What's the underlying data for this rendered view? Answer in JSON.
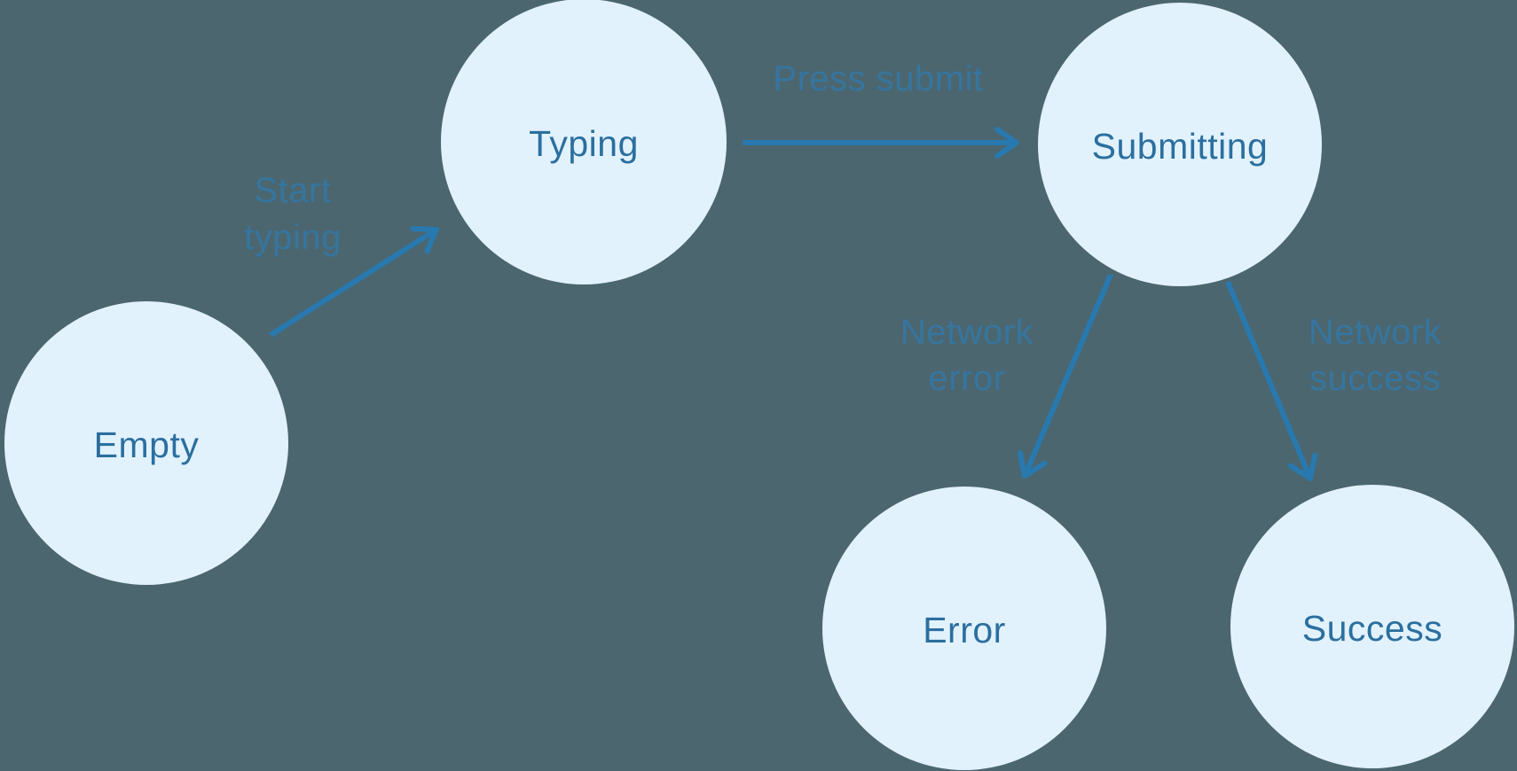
{
  "diagram": {
    "colors": {
      "background": "#4B666F",
      "node_fill": "#E2F2FD",
      "node_text": "#2B6F9F",
      "arrow": "#2879AF",
      "edge_label": "#36759F"
    },
    "states": [
      {
        "id": "empty",
        "label": "Empty"
      },
      {
        "id": "typing",
        "label": "Typing"
      },
      {
        "id": "submitting",
        "label": "Submitting"
      },
      {
        "id": "error",
        "label": "Error"
      },
      {
        "id": "success",
        "label": "Success"
      }
    ],
    "transitions": [
      {
        "from": "empty",
        "to": "typing",
        "label": "Start typing",
        "label_lines": [
          "Start",
          "typing"
        ]
      },
      {
        "from": "typing",
        "to": "submitting",
        "label": "Press submit",
        "label_lines": [
          "Press submit"
        ]
      },
      {
        "from": "submitting",
        "to": "error",
        "label": "Network error",
        "label_lines": [
          "Network",
          "error"
        ]
      },
      {
        "from": "submitting",
        "to": "success",
        "label": "Network success",
        "label_lines": [
          "Network",
          "success"
        ]
      }
    ]
  }
}
